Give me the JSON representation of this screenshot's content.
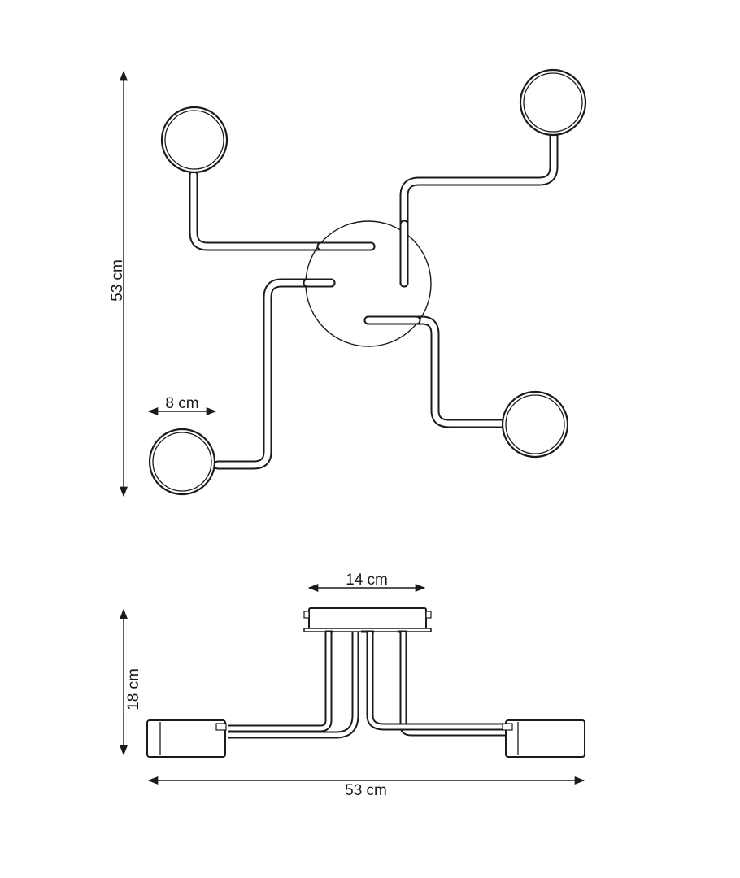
{
  "top_view": {
    "height_label": "53 cm",
    "shade_label": "8 cm"
  },
  "side_view": {
    "canopy_label": "14 cm",
    "height_label": "18 cm",
    "width_label": "53 cm"
  }
}
